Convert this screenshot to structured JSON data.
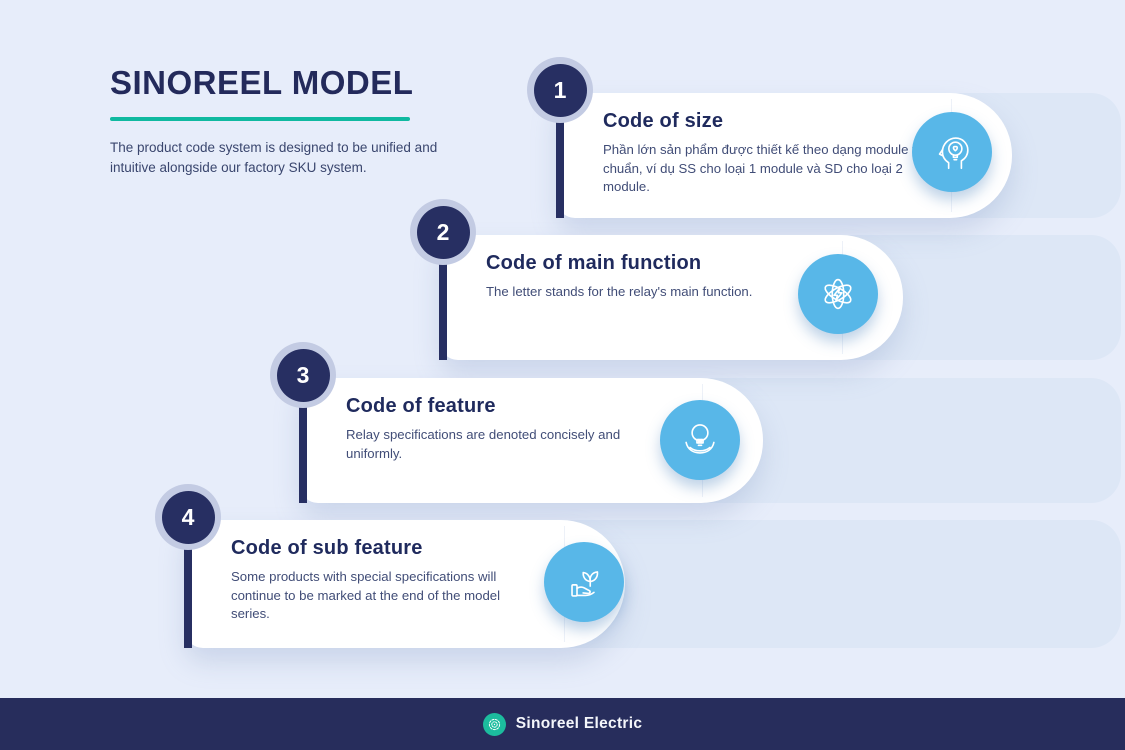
{
  "header": {
    "title": "SINOREEL MODEL",
    "description": "The product code system is designed to be unified and intuitive alongside our factory SKU system."
  },
  "steps": [
    {
      "number": "1",
      "title": "Code of size",
      "description": "Phần lớn sản phẩm được thiết kế theo dạng module tiêu chuẩn, ví dụ SS cho loại 1 module và SD cho loại 2 module.",
      "icon": "head-idea-icon"
    },
    {
      "number": "2",
      "title": "Code of main function",
      "description": "The letter stands for the relay's main function.",
      "icon": "atom-energy-icon"
    },
    {
      "number": "3",
      "title": "Code of feature",
      "description": "Relay specifications are denoted concisely and uniformly.",
      "icon": "bulb-hands-icon"
    },
    {
      "number": "4",
      "title": "Code of sub feature",
      "description": "Some products with special specifications will continue to be marked at the end of the model series.",
      "icon": "hand-plant-icon"
    }
  ],
  "footer": {
    "brand": "Sinoreel Electric",
    "logo": "reel-spiral-icon"
  },
  "colors": {
    "background": "#E7EDFA",
    "row_band": "#DDE7F6",
    "navy": "#272F62",
    "heading_navy": "#1F2A5D",
    "body_text": "#414D77",
    "accent_teal": "#10B9A0",
    "icon_blue": "#58B7E8",
    "card_white": "#FFFFFF",
    "footer_bg": "#272D5C",
    "logo_teal": "#1CBC9E"
  }
}
